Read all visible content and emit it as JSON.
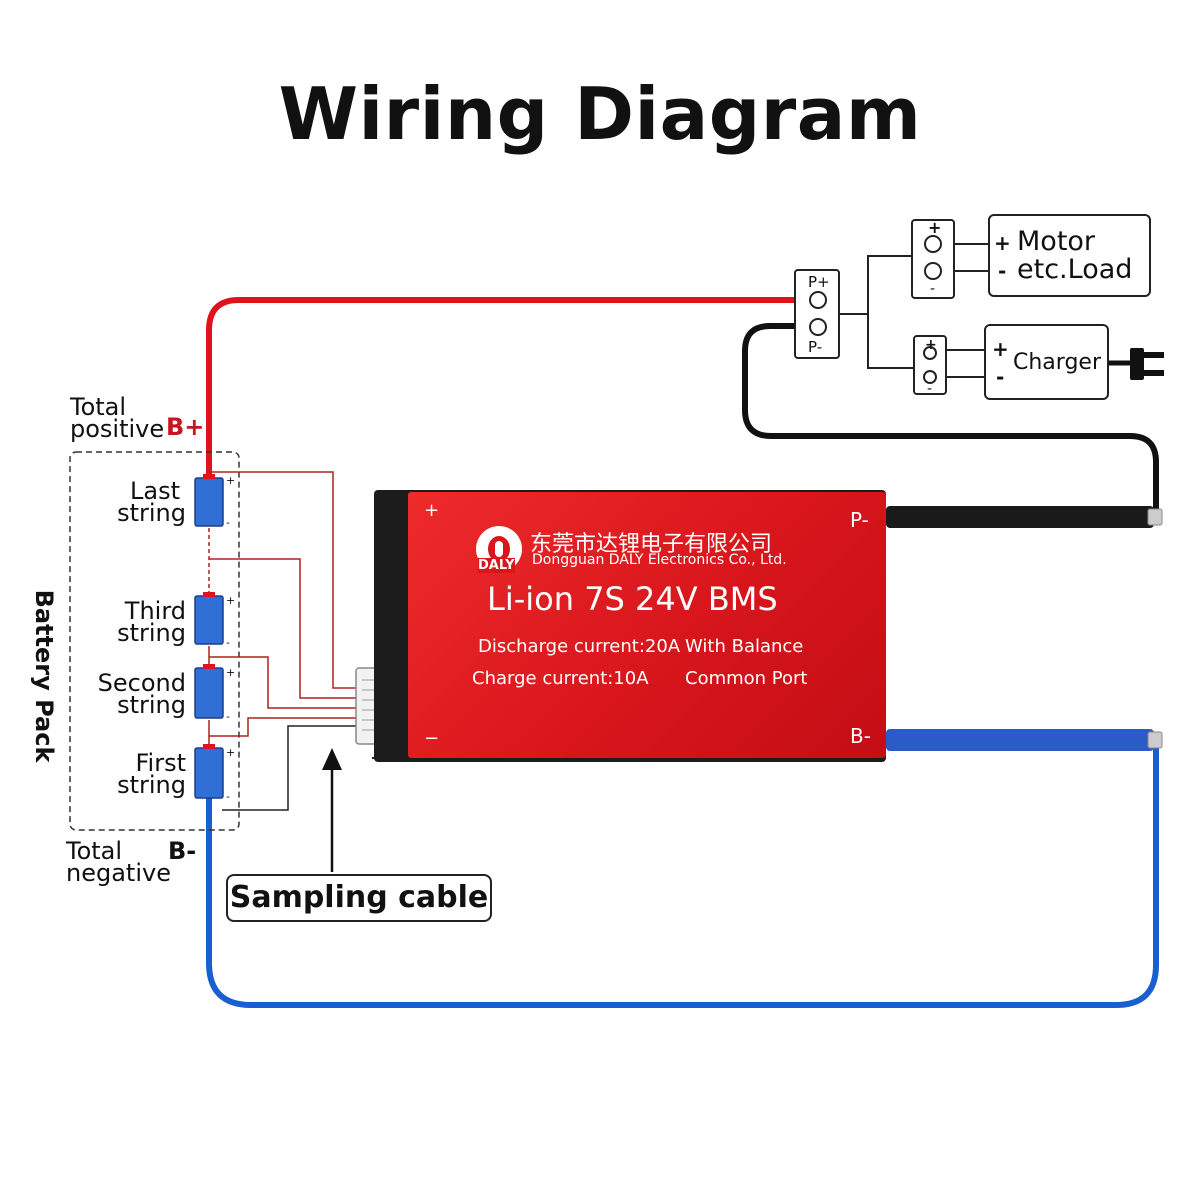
{
  "title": "Wiring Diagram",
  "battery": {
    "total_positive_line1": "Total",
    "total_positive_line2": "positive",
    "bplus": "B+",
    "total_negative_line1": "Total",
    "total_negative_line2": "negative",
    "bminus": "B-",
    "pack_label": "Battery Pack",
    "cells": [
      {
        "line1": "Last",
        "line2": "string"
      },
      {
        "line1": "Third",
        "line2": "string"
      },
      {
        "line1": "Second",
        "line2": "string"
      },
      {
        "line1": "First",
        "line2": "string"
      }
    ],
    "plus": "+",
    "minus": "-"
  },
  "bms": {
    "plus": "+",
    "minus": "−",
    "p_minus": "P-",
    "b_minus": "B-",
    "company_cn": "东莞市达锂电子有限公司",
    "company_en": "Dongguan DALY Electronics Co., Ltd.",
    "brand": "DALY",
    "model": "Li-ion 7S 24V BMS",
    "discharge": "Discharge current:20A",
    "charge": "Charge current:10A",
    "balance": "With Balance",
    "port": "Common Port"
  },
  "connector": {
    "p_plus": "P+",
    "p_minus": "P-"
  },
  "load": {
    "line1": "Motor",
    "line2": "etc.Load",
    "plus": "+",
    "minus": "-"
  },
  "charger": {
    "label": "Charger",
    "plus": "+",
    "minus": "-"
  },
  "sampling": "Sampling cable",
  "colors": {
    "positive_wire": "#e0121b",
    "negative_wire": "#1a5fd0",
    "bms_red": "#d8161c",
    "sampling_wire": "#b02020"
  }
}
